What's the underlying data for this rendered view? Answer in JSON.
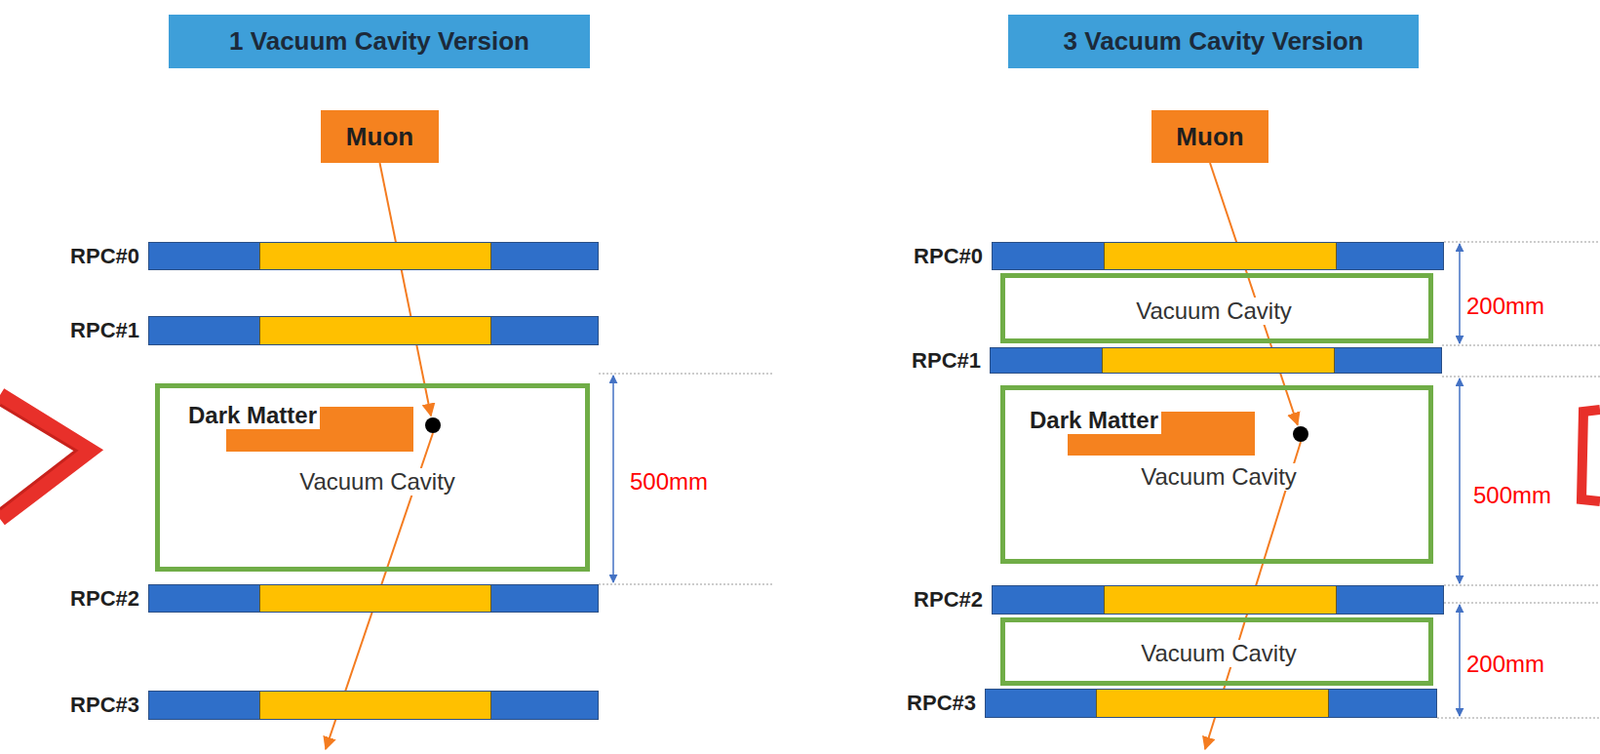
{
  "diagram": {
    "nodes": [
      {
        "text": [
          "1 Vacuum Cavity Version"
        ]
      },
      {
        "text": [
          "Muon"
        ]
      },
      {
        "text": [
          "RPC#0"
        ]
      },
      {
        "text": [
          "RPC#1"
        ]
      },
      {
        "text": [
          "Vacuum Cavity"
        ]
      },
      {
        "text": [
          "Dark Matter"
        ],
        "in": 4
      },
      {
        "text": [
          "RPC#2"
        ]
      },
      {
        "text": [
          "RPC#3"
        ]
      },
      {
        "text": [
          "3 Vacuum Cavity Version"
        ]
      },
      {
        "text": [
          "Muon"
        ]
      },
      {
        "text": [
          "RPC#0"
        ]
      },
      {
        "text": [
          "Vacuum Cavity"
        ]
      },
      {
        "text": [
          "RPC#1"
        ]
      },
      {
        "text": [
          "Vacuum Cavity"
        ]
      },
      {
        "text": [
          "Dark Matter"
        ],
        "in": 13
      },
      {
        "text": [
          "RPC#2"
        ]
      },
      {
        "text": [
          "Vacuum Cavity"
        ]
      },
      {
        "text": [
          "RPC#3"
        ]
      }
    ],
    "edges": [
      {
        "from": 1,
        "to": 5,
        "arrow": "to"
      },
      {
        "from": 9,
        "to": 14,
        "arrow": "to"
      }
    ],
    "labels": [
      "500mm",
      "200mm",
      "500mm",
      "200mm"
    ]
  }
}
